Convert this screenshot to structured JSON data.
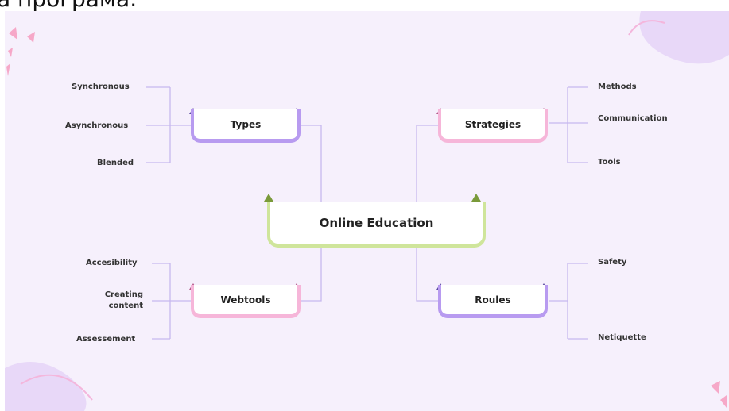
{
  "caption": "а програма.",
  "central": {
    "label": "Online Education"
  },
  "branches": {
    "types": {
      "label": "Types",
      "leaves": [
        "Synchronous",
        "Asynchronous",
        "Blended"
      ]
    },
    "strategies": {
      "label": "Strategies",
      "leaves": [
        "Methods",
        "Communication",
        "Tools"
      ]
    },
    "webtools": {
      "label": "Webtools",
      "leaves": [
        "Accesibility",
        "Creating content",
        "Assessement"
      ]
    },
    "roules": {
      "label": "Roules",
      "leaves": [
        "Safety",
        "Netiquette"
      ]
    }
  },
  "colors": {
    "background": "#f6f0fc",
    "central_border": "#cfe59b",
    "purple_node": "#b89bf0",
    "pink_node": "#f6b6d9",
    "connector": "#c7b8ee"
  }
}
